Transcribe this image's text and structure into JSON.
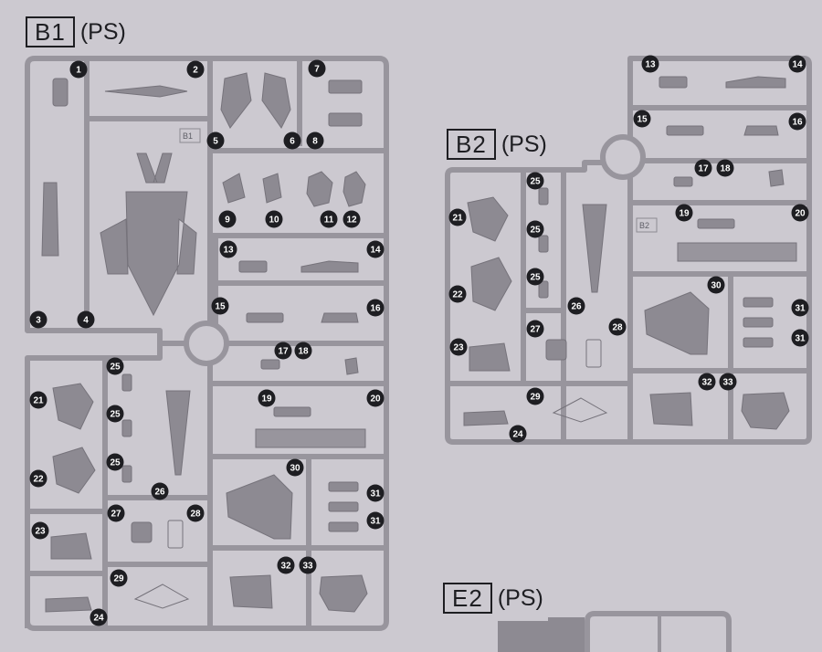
{
  "runners": [
    {
      "code": "B1",
      "material": "(PS)",
      "tag": "B1"
    },
    {
      "code": "B2",
      "material": "(PS)",
      "tag": "B2"
    },
    {
      "code": "E2",
      "material": "(PS)"
    }
  ],
  "b1_numbers": [
    "1",
    "2",
    "3",
    "4",
    "5",
    "6",
    "7",
    "8",
    "9",
    "10",
    "11",
    "12",
    "13",
    "14",
    "15",
    "16",
    "17",
    "18",
    "19",
    "20",
    "21",
    "22",
    "23",
    "24",
    "25",
    "25",
    "25",
    "26",
    "27",
    "28",
    "29",
    "30",
    "31",
    "31",
    "32",
    "33"
  ],
  "b2_numbers": [
    "13",
    "14",
    "15",
    "16",
    "17",
    "18",
    "19",
    "20",
    "21",
    "22",
    "23",
    "24",
    "25",
    "25",
    "25",
    "26",
    "27",
    "28",
    "29",
    "30",
    "31",
    "31",
    "32",
    "33"
  ],
  "colors": {
    "background": "#ccc9d0",
    "frame": "#98959d",
    "part": "#8d8a92",
    "marker": "#1e1e22"
  }
}
